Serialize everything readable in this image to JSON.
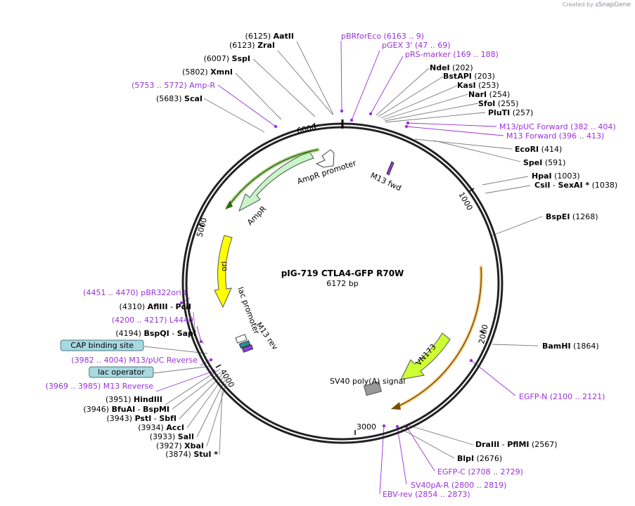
{
  "credit": {
    "prefix": "Created by",
    "brand": "SnapGene"
  },
  "map": {
    "name": "pIG-719 CTLA4-GFP R70W",
    "length": "6172 bp",
    "ticks": [
      "1000",
      "2000",
      "3000",
      "4000",
      "5000",
      "6000"
    ]
  },
  "features": [
    {
      "name": "AmpR promoter",
      "color": "#c8f5c8"
    },
    {
      "name": "AmpR",
      "color": "#c8f5c8"
    },
    {
      "name": "ori",
      "color": "#ffff00"
    },
    {
      "name": "lac promoter",
      "color": "#ffffff"
    },
    {
      "name": "M13 fwd",
      "color": "#8b3fd9"
    },
    {
      "name": "M13 rev",
      "color": "#8b3fd9"
    },
    {
      "name": "VN173",
      "color": "#ccff33"
    },
    {
      "name": "SV40 poly(A) signal",
      "color": "#999999"
    }
  ],
  "sites": [
    {
      "pos": "(6125)",
      "name": "AatII",
      "kind": "enzyme"
    },
    {
      "pos": "(6123)",
      "name": "ZraI",
      "kind": "enzyme"
    },
    {
      "pos": "(6007)",
      "name": "SspI",
      "kind": "enzyme"
    },
    {
      "pos": "(5802)",
      "name": "XmnI",
      "kind": "enzyme"
    },
    {
      "pos": "(5753 .. 5772)",
      "name": "Amp-R",
      "kind": "primer"
    },
    {
      "pos": "(5683)",
      "name": "ScaI",
      "kind": "enzyme"
    },
    {
      "name": "pBRforEco",
      "pos": "(6163 .. 9)",
      "kind": "primer"
    },
    {
      "name": "pGEX 3'",
      "pos": "(47 .. 69)",
      "kind": "primer"
    },
    {
      "name": "pRS-marker",
      "pos": "(169 .. 188)",
      "kind": "primer"
    },
    {
      "name": "NdeI",
      "pos": "(202)",
      "kind": "enzyme"
    },
    {
      "name": "BstAPI",
      "pos": "(203)",
      "kind": "enzyme"
    },
    {
      "name": "KasI",
      "pos": "(253)",
      "kind": "enzyme"
    },
    {
      "name": "NarI",
      "pos": "(254)",
      "kind": "enzyme"
    },
    {
      "name": "SfoI",
      "pos": "(255)",
      "kind": "enzyme"
    },
    {
      "name": "PluTI",
      "pos": "(257)",
      "kind": "enzyme"
    },
    {
      "name": "M13/pUC Forward",
      "pos": "(382 .. 404)",
      "kind": "primer"
    },
    {
      "name": "M13 Forward",
      "pos": "(396 .. 413)",
      "kind": "primer"
    },
    {
      "name": "EcoRI",
      "pos": "(414)",
      "kind": "enzyme"
    },
    {
      "name": "SpeI",
      "pos": "(591)",
      "kind": "enzyme"
    },
    {
      "name": "HpaI",
      "pos": "(1003)",
      "kind": "enzyme"
    },
    {
      "name": "CsiI",
      "sep": "-",
      "name2": "SexAI *",
      "pos": "(1038)",
      "kind": "enzyme"
    },
    {
      "name": "BspEI",
      "pos": "(1268)",
      "kind": "enzyme"
    },
    {
      "name": "BamHI",
      "pos": "(1864)",
      "kind": "enzyme"
    },
    {
      "name": "EGFP-N",
      "pos": "(2100 .. 2121)",
      "kind": "primer"
    },
    {
      "name": "DraIII",
      "sep": "-",
      "name2": "PflMI",
      "pos": "(2567)",
      "kind": "enzyme"
    },
    {
      "name": "BlpI",
      "pos": "(2676)",
      "kind": "enzyme"
    },
    {
      "name": "EGFP-C",
      "pos": "(2708 .. 2729)",
      "kind": "primer"
    },
    {
      "name": "SV40pA-R",
      "pos": "(2800 .. 2819)",
      "kind": "primer"
    },
    {
      "name": "EBV-rev",
      "pos": "(2854 .. 2873)",
      "kind": "primer"
    },
    {
      "pos": "(4451 .. 4470)",
      "name": "pBR322ori-F",
      "kind": "primer"
    },
    {
      "pos": "(4310)",
      "name": "AflIII",
      "sep": "-",
      "name2": "PciI",
      "kind": "enzyme"
    },
    {
      "pos": "(4200 .. 4217)",
      "name": "L4440",
      "kind": "primer"
    },
    {
      "pos": "(4194)",
      "name": "BspQI",
      "sep": "-",
      "name2": "SapI",
      "kind": "enzyme"
    },
    {
      "name": "CAP binding site",
      "kind": "box"
    },
    {
      "pos": "(3982 .. 4004)",
      "name": "M13/pUC Reverse",
      "kind": "primer"
    },
    {
      "name": "lac operator",
      "kind": "box"
    },
    {
      "pos": "(3969 .. 3985)",
      "name": "M13 Reverse",
      "kind": "primer"
    },
    {
      "pos": "(3951)",
      "name": "HindIII",
      "kind": "enzyme"
    },
    {
      "pos": "(3946)",
      "name": "BfuAI",
      "sep": "-",
      "name2": "BspMI",
      "kind": "enzyme"
    },
    {
      "pos": "(3943)",
      "name": "PstI",
      "sep": "-",
      "name2": "SbfI",
      "kind": "enzyme"
    },
    {
      "pos": "(3934)",
      "name": "AccI",
      "kind": "enzyme"
    },
    {
      "pos": "(3933)",
      "name": "SalI",
      "kind": "enzyme"
    },
    {
      "pos": "(3927)",
      "name": "XbaI",
      "kind": "enzyme"
    },
    {
      "pos": "(3874)",
      "name": "StuI *",
      "kind": "enzyme"
    }
  ]
}
